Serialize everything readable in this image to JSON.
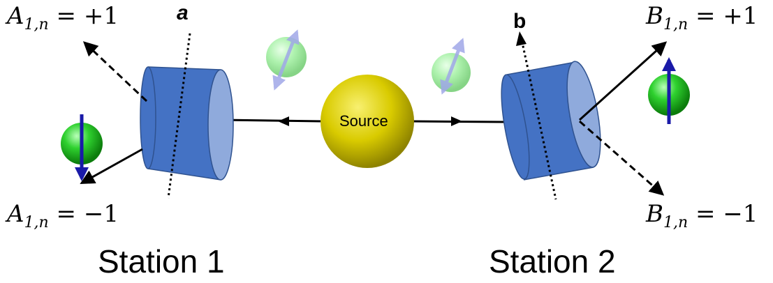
{
  "source": {
    "label": "Source"
  },
  "station1": {
    "title": "Station 1",
    "axis_label": "a",
    "outcome_plus": {
      "symbol": "A",
      "subscript": "1,n",
      "value": "= +1"
    },
    "outcome_minus": {
      "symbol": "A",
      "subscript": "1,n",
      "value": "= −1"
    }
  },
  "station2": {
    "title": "Station 2",
    "axis_label": "b",
    "outcome_plus": {
      "symbol": "B",
      "subscript": "1,n",
      "value": "= +1"
    },
    "outcome_minus": {
      "symbol": "B",
      "subscript": "1,n",
      "value": "= −1"
    }
  },
  "colors": {
    "detector_fill": "#4472c4",
    "detector_face": "#8faadc",
    "source_fill": "#e6d600",
    "particle_green": "#22c522",
    "spin_arrow": "#1a1aa8"
  }
}
